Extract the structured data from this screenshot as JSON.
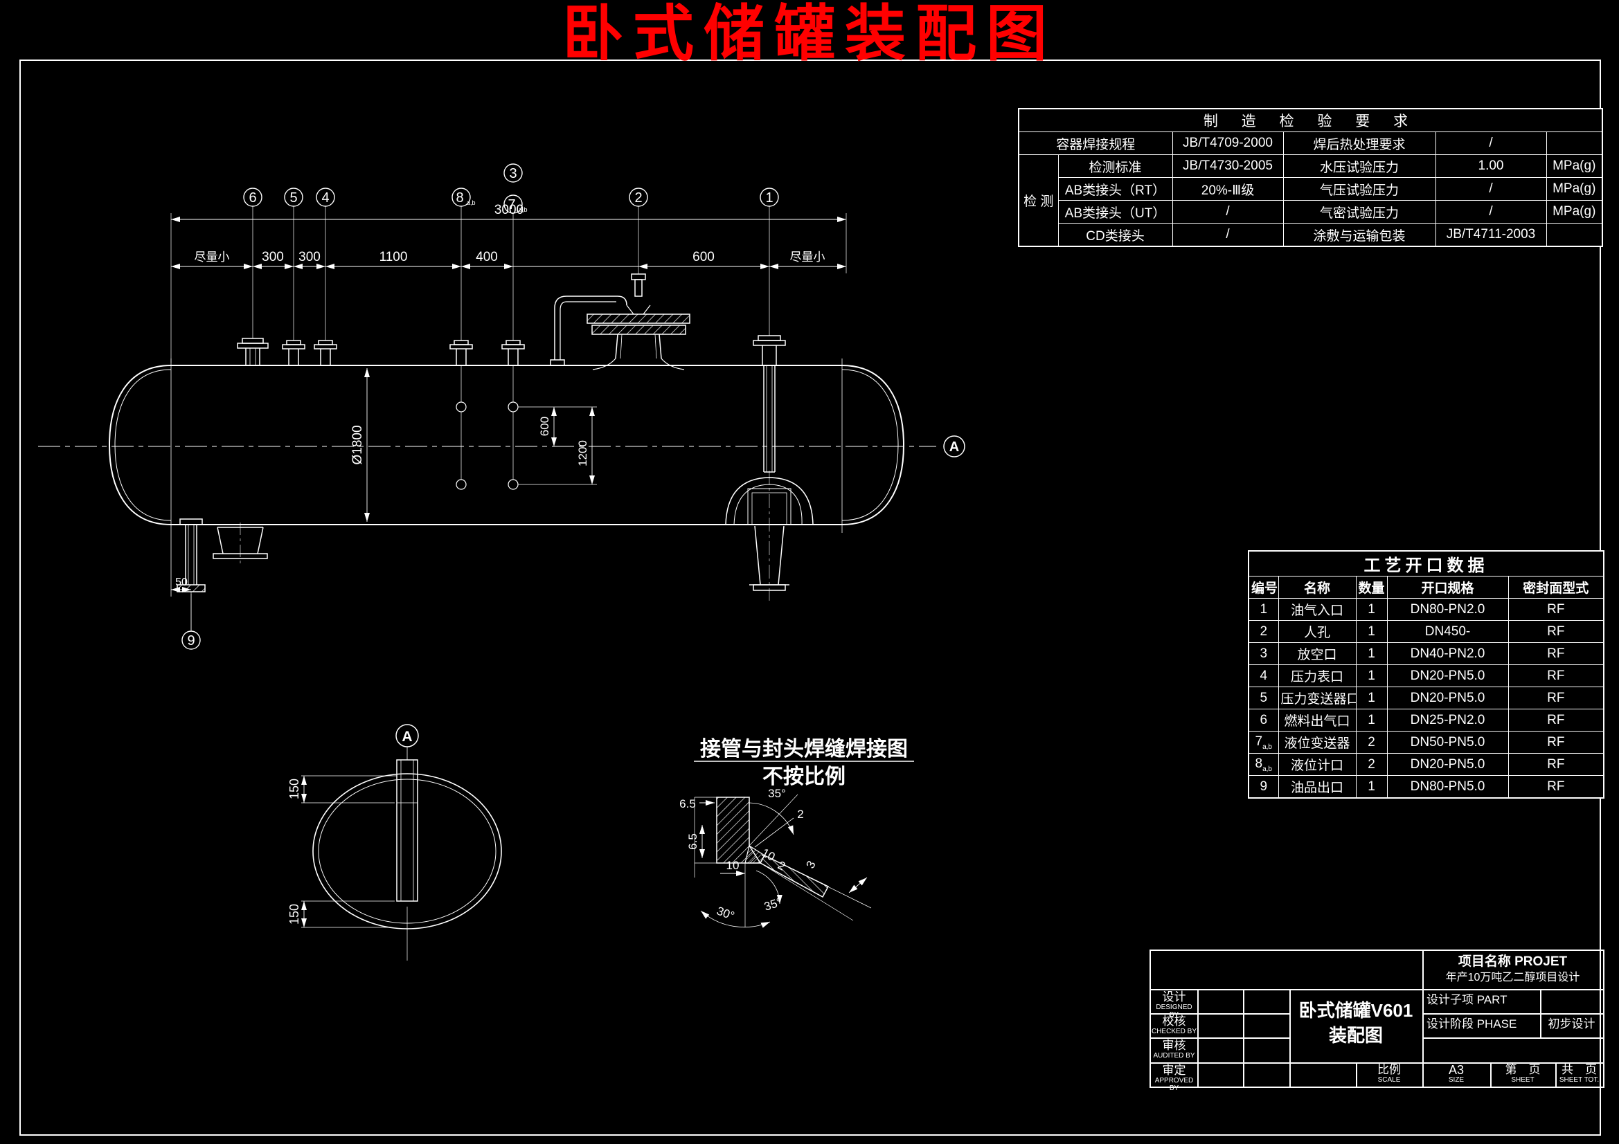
{
  "page_title": "卧式储罐装配图",
  "inspection_table": {
    "title": "制  造  检  验  要  求",
    "weld_row": {
      "label": "容器焊接规程",
      "value": "JB/T4709-2000"
    },
    "det_label": "检 测",
    "left_rows": [
      {
        "label": "检测标准",
        "value": "JB/T4730-2005"
      },
      {
        "label": "AB类接头（RT）",
        "value": "20%-Ⅲ级"
      },
      {
        "label": "AB类接头（UT）",
        "value": "/"
      },
      {
        "label": "CD类接头",
        "value": "/"
      }
    ],
    "right_rows": [
      {
        "label": "焊后热处理要求",
        "value": "/",
        "unit": ""
      },
      {
        "label": "水压试验压力",
        "value": "1.00",
        "unit": "MPa(g)"
      },
      {
        "label": "气压试验压力",
        "value": "/",
        "unit": "MPa(g)"
      },
      {
        "label": "气密试验压力",
        "value": "/",
        "unit": "MPa(g)"
      },
      {
        "label": "涂敷与运输包装",
        "value": "JB/T4711-2003",
        "unit": ""
      }
    ]
  },
  "opening_table": {
    "title": "工艺开口数据",
    "headers": [
      "编号",
      "名称",
      "数量",
      "开口规格",
      "密封面型式"
    ],
    "rows": [
      [
        "1",
        "油气入口",
        "1",
        "DN80-PN2.0",
        "RF"
      ],
      [
        "2",
        "人孔",
        "1",
        "DN450-",
        "RF"
      ],
      [
        "3",
        "放空口",
        "1",
        "DN40-PN2.0",
        "RF"
      ],
      [
        "4",
        "压力表口",
        "1",
        "DN20-PN5.0",
        "RF"
      ],
      [
        "5",
        "压力变送器口",
        "1",
        "DN20-PN5.0",
        "RF"
      ],
      [
        "6",
        "燃料出气口",
        "1",
        "DN25-PN2.0",
        "RF"
      ],
      [
        "7",
        "液位变送器",
        "2",
        "DN50-PN5.0",
        "RF"
      ],
      [
        "8",
        "液位计口",
        "2",
        "DN20-PN5.0",
        "RF"
      ],
      [
        "9",
        "油品出口",
        "1",
        "DN80-PN5.0",
        "RF"
      ]
    ],
    "sub_ab": "a,b"
  },
  "title_block": {
    "project_label": "项目名称 PROJET",
    "project_name": "年产10万吨乙二醇项目设计",
    "sign_rows": [
      {
        "cn": "设计",
        "en": "DESIGNED BY"
      },
      {
        "cn": "校核",
        "en": "CHECKED BY"
      },
      {
        "cn": "审核",
        "en": "AUDITED BY"
      },
      {
        "cn": "审定",
        "en": "APPROVED BY"
      }
    ],
    "drawing_title_line1": "卧式储罐V601",
    "drawing_title_line2": "装配图",
    "part_label": "设计子项 PART",
    "phase_label": "设计阶段 PHASE",
    "phase_value": "初步设计",
    "scale_cn": "比例",
    "scale_en": "SCALE",
    "size_value": "A3",
    "size_en": "SIZE",
    "sheet_cn": "第　页",
    "sheet_en": "SHEET",
    "sheet_tot_cn": "共　页",
    "sheet_tot_en": "SHEET TOT."
  },
  "drawing": {
    "balloons": {
      "n1": "1",
      "n2": "2",
      "n3": "3",
      "n4": "4",
      "n5": "5",
      "n6": "6",
      "n7": "7",
      "n8": "8",
      "n9": "9"
    },
    "balloon_sub": "a,b",
    "section_marker": "A",
    "dims": {
      "overall": "3000",
      "min_left": "尽量小",
      "s300a": "300",
      "s300b": "300",
      "s1100": "1100",
      "s400": "400",
      "s600": "600",
      "min_right": "尽量小",
      "dia": "Ø1800",
      "v600": "600",
      "v1200": "1200",
      "d50": "50",
      "a150_top": "150",
      "a150_bot": "150"
    },
    "weld_detail": {
      "title": "接管与封头焊缝焊接图",
      "subtitle": "不按比例",
      "d65a": "6.5",
      "d65b": "6.5",
      "a35top": "35°",
      "d2": "2",
      "d10a": "10",
      "d2b": "2",
      "d3": "3",
      "d10b": "10",
      "a30": "30°",
      "a35b": "35°"
    }
  }
}
